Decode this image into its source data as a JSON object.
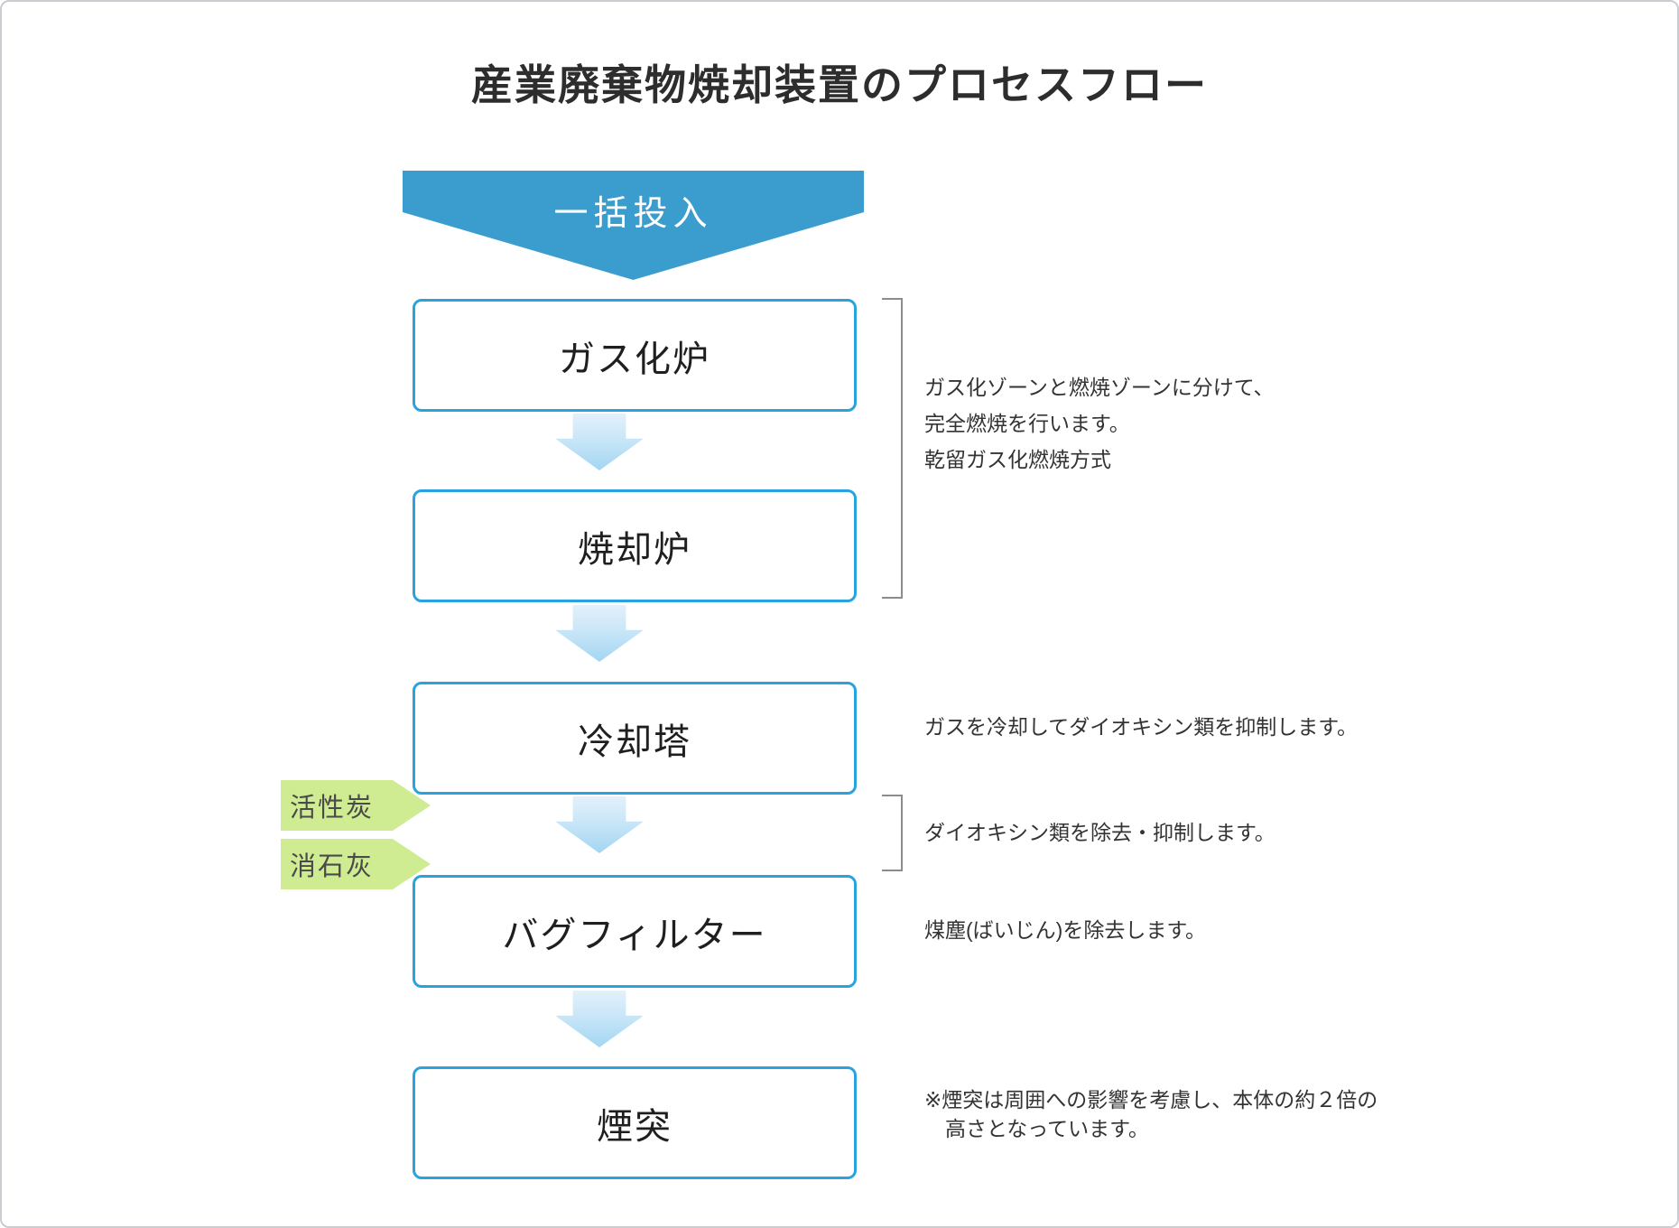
{
  "title": "産業廃棄物焼却装置のプロセスフロー",
  "banner": {
    "label": "一括投入"
  },
  "steps": [
    {
      "label": "ガス化炉"
    },
    {
      "label": "焼却炉"
    },
    {
      "label": "冷却塔"
    },
    {
      "label": "バグフィルター"
    },
    {
      "label": "煙突"
    }
  ],
  "inputs": [
    {
      "label": "活性炭"
    },
    {
      "label": "消石灰"
    }
  ],
  "notes": {
    "furnace": "ガス化ゾーンと燃焼ゾーンに分けて、\n完全燃焼を行います。\n乾留ガス化燃焼方式",
    "cooling": "ガスを冷却してダイオキシン類を抑制します。",
    "dioxin": "ダイオキシン類を除去・抑制します。",
    "dust": "煤塵(ばいじん)を除去します。",
    "chimney": "※煙突は周囲への影響を考慮し、本体の約２倍の\n　高さとなっています。"
  },
  "colors": {
    "banner_blue": "#3b9dce",
    "box_border_blue": "#29a3e0",
    "arrow_gradient_top": "#e3f1fb",
    "arrow_gradient_bottom": "#a3d6f2",
    "input_green": "#cfec92",
    "bracket_gray": "#8c8c8c"
  }
}
